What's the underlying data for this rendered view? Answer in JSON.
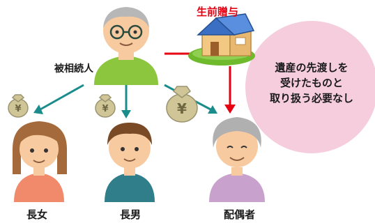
{
  "labels": {
    "gift": "生前贈与",
    "deceased": "被相続人",
    "eldest_daughter": "長女",
    "eldest_son": "長男",
    "spouse": "配偶者"
  },
  "note": {
    "line1": "遺産の先渡しを",
    "line2": "受けたものと",
    "line3": "取り扱う必要なし"
  },
  "money_symbol": "¥",
  "colors": {
    "gift_arrow": "#e60012",
    "inheritance_arrow": "#1a8c8c",
    "note_bubble": "#f6cddd",
    "money_bag": "#cfc597"
  }
}
